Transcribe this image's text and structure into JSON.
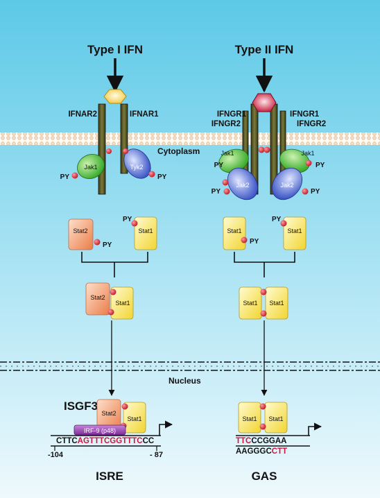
{
  "titles": {
    "type1": "Type I IFN",
    "type2": "Type II IFN"
  },
  "receptors": {
    "ifnar2": "IFNAR2",
    "ifnar1": "IFNAR1",
    "ifngr1_left": "IFNGR1",
    "ifngr2_left": "IFNGR2",
    "ifngr1_right": "IFNGR1",
    "ifngr2_right": "IFNGR2"
  },
  "compartments": {
    "cytoplasm": "Cytoplasm",
    "nucleus": "Nucleus"
  },
  "kinases": {
    "jak1": "Jak1",
    "tyk2": "Tyk2",
    "jak2": "Jak2"
  },
  "stats": {
    "stat1": "Stat1",
    "stat2": "Stat2"
  },
  "phospho": "PY",
  "isgf3": "ISGF3",
  "irf9": "IRF-9 (p48)",
  "isre_seq": {
    "prefix": "CTTC",
    "highlight": "AGTTTCGGTTTC",
    "suffix": "CC"
  },
  "positions": {
    "start": "-104",
    "end": "- 87"
  },
  "gas_seq": {
    "top_highlight": "TTC",
    "top_rest": "CCGGAA",
    "bottom_rest": "AAGGGC",
    "bottom_highlight": "CTT"
  },
  "element_labels": {
    "isre": "ISRE",
    "gas": "GAS"
  },
  "colors": {
    "background_top": "#5ac8e6",
    "background_bottom": "#eaf8fd",
    "highlight_red": "#d4143c",
    "phospho_red": "#cc1f2a",
    "jak_green": "#33b02b",
    "jak_blue": "#3554c4",
    "stat1_yellow": "#f6e13d",
    "stat2_orange": "#ef8a5a",
    "irf9_purple": "#8e3fa6"
  }
}
